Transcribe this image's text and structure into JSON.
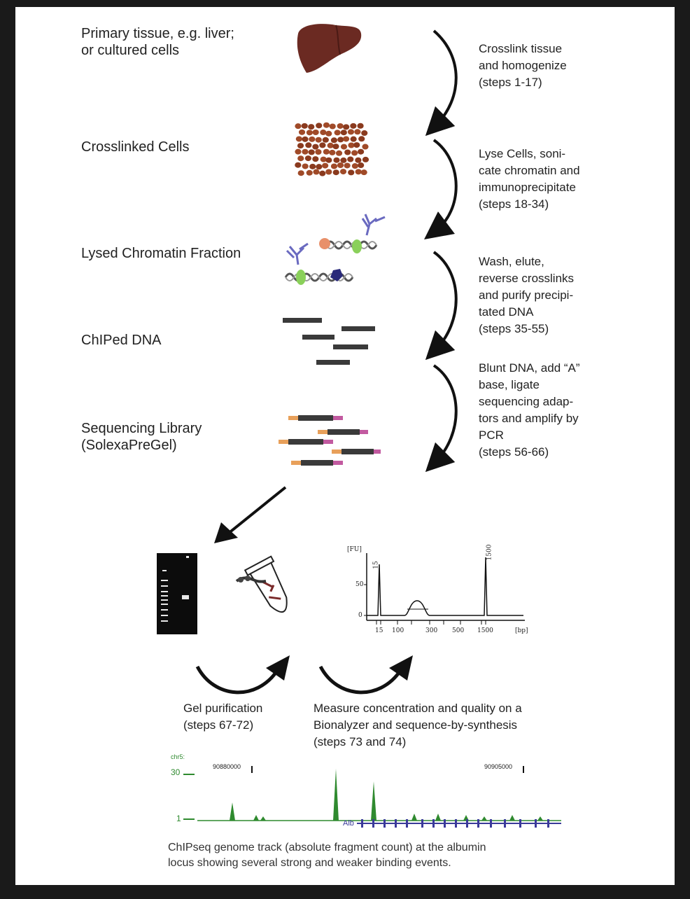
{
  "stages": [
    {
      "label": "Primary tissue, e.g. liver;\nor cultured cells"
    },
    {
      "label": "Crosslinked Cells"
    },
    {
      "label": "Lysed Chromatin Fraction"
    },
    {
      "label": "ChIPed DNA"
    },
    {
      "label": "Sequencing Library\n(SolexaPreGel)"
    }
  ],
  "steps": [
    {
      "text": "Crosslink tissue\nand homogenize\n(steps 1-17)"
    },
    {
      "text": "Lyse Cells, soni-\ncate chromatin and\nimmunoprecipitate\n(steps 18-34)"
    },
    {
      "text": "Wash, elute,\nreverse crosslinks\nand purify precipi-\ntated DNA\n(steps 35-55)"
    },
    {
      "text": "Blunt DNA, add “A”\nbase, ligate\nsequencing adap-\ntors and amplify by\nPCR\n(steps 56-66)"
    }
  ],
  "gel_step": "Gel purification\n(steps 67-72)",
  "bioanalyzer_step": "Measure concentration and quality on a\nBionalyzer and sequence-by-synthesis\n(steps 73 and 74)",
  "bioanalyzer_plot": {
    "y_unit": "[FU]",
    "y_tick": "50",
    "y_zero": "0",
    "x_unit": "[bp]",
    "x_ticks": [
      "15",
      "100",
      "300",
      "500",
      "1500"
    ],
    "peak_labels": [
      "15",
      "1500"
    ]
  },
  "genome_track": {
    "chrom": "chr5:",
    "scale_top": "30",
    "scale_bottom": "1",
    "coord_left": "90880000",
    "coord_right": "90905000",
    "gene": "Alb"
  },
  "caption": "ChIPseq genome track (absolute fragment count) at the albumin\nlocus showing several strong and weaker binding events.",
  "colors": {
    "liver": "#6b2a22",
    "cells": "#8a3a1e",
    "dna_fragment": "#3a3a3a",
    "adaptor_left": "#e8a05a",
    "adaptor_right": "#c25aa0",
    "antibody": "#5a5ab0",
    "track_green": "#2f8a2f",
    "gene_blue": "#3a3a9a"
  }
}
